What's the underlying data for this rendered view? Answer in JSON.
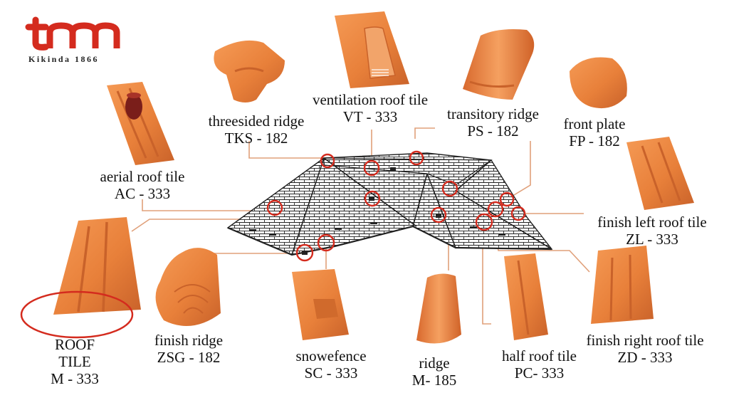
{
  "brand": {
    "logo_text": "tm",
    "tagline": "Kikinda 1866",
    "color": "#d42b1e"
  },
  "colors": {
    "tile": "#e8803a",
    "tile_dark": "#c9622a",
    "leader_line": "#e0a07a",
    "marker": "#d42b1e",
    "roof_line": "#222222"
  },
  "labels": {
    "aerial": {
      "name": "aerial roof tile",
      "code": "AC - 333"
    },
    "threesided": {
      "name": "threesided ridge",
      "code": "TKS - 182"
    },
    "ventilation": {
      "name": "ventilation roof tile",
      "code": "VT - 333"
    },
    "transitory": {
      "name": "transitory ridge",
      "code": "PS - 182"
    },
    "front_plate": {
      "name": "front plate",
      "code": "FP - 182"
    },
    "finish_left": {
      "name": "finish left roof tile",
      "code": "ZL - 333"
    },
    "roof_tile": {
      "line1": "ROOF",
      "line2": "TILE",
      "code": "M - 333"
    },
    "finish_ridge": {
      "name": "finish ridge",
      "code": "ZSG - 182"
    },
    "snowfence": {
      "name": "snowefence",
      "code": "SC - 333"
    },
    "ridge": {
      "name": "ridge",
      "code": "M- 185"
    },
    "half": {
      "name": "half roof tile",
      "code": "PC- 333"
    },
    "finish_right": {
      "name": "finish right roof tile",
      "code": "ZD - 333"
    }
  }
}
